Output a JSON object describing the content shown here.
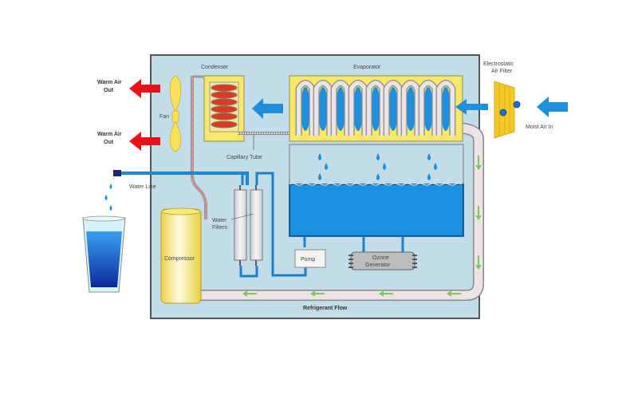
{
  "diagram": {
    "title": "Atmospheric Water Generator",
    "labels": {
      "warm_air_out_top": [
        "Warm Air",
        "Out"
      ],
      "warm_air_out_bottom": [
        "Warm Air",
        "Out"
      ],
      "fan": "Fan",
      "condenser": "Condenser",
      "evaporator": "Evaporator",
      "capillary_tube": "Capillary Tube",
      "electrostatic_filter": [
        "Electrostatic",
        "Air Filter"
      ],
      "moist_air_in": "Moist Air In",
      "water_line": "Water Line",
      "water_filters": [
        "Water",
        "Filters"
      ],
      "compressor": "Compressor",
      "pump": "Pump",
      "ozone_generator": [
        "Ozone",
        "Generator"
      ],
      "refrigerant_flow": "Refrigerant Flow"
    },
    "colors": {
      "panel_bg": "#c3dde8",
      "panel_border": "#555555",
      "warm_arrow": "#e8111a",
      "air_arrow": "#1e8fdc",
      "water": "#1a90e0",
      "refrigerant_pipe": "#ece4e4",
      "flow_arrow": "#7dc95e",
      "yellow": "#f7e86a",
      "coil_red": "#e03a1e"
    }
  }
}
